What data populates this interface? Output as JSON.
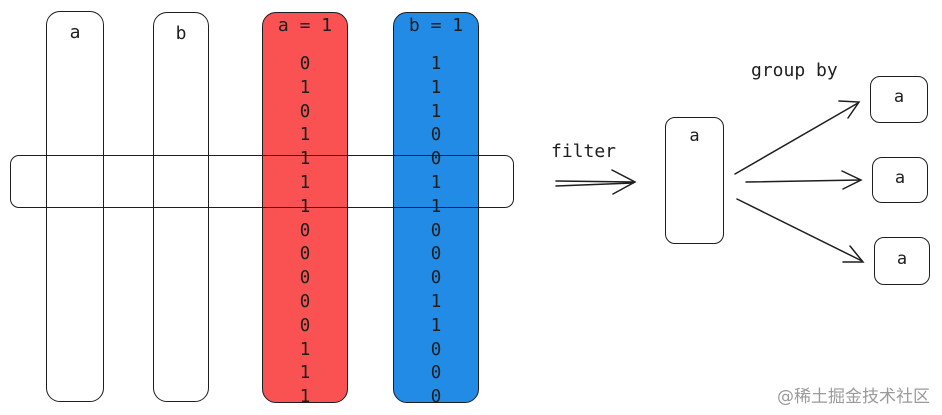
{
  "columns": {
    "a": {
      "header": "a"
    },
    "b": {
      "header": "b"
    },
    "a_eq_1": {
      "header": "a = 1",
      "fill": "#fa5252",
      "bits": [
        "0",
        "1",
        "0",
        "1",
        "1",
        "1",
        "1",
        "0",
        "0",
        "0",
        "0",
        "0",
        "1",
        "1",
        "1"
      ]
    },
    "b_eq_1": {
      "header": "b = 1",
      "fill": "#228be6",
      "bits": [
        "1",
        "1",
        "1",
        "0",
        "0",
        "1",
        "1",
        "0",
        "0",
        "0",
        "1",
        "1",
        "0",
        "0",
        "0"
      ]
    }
  },
  "filter_label": "filter",
  "filtered_box": {
    "label": "a"
  },
  "group_by_label": "group by",
  "group_boxes": [
    {
      "label": "a"
    },
    {
      "label": "a"
    },
    {
      "label": "a"
    }
  ],
  "watermark": "@稀土掘金技术社区"
}
